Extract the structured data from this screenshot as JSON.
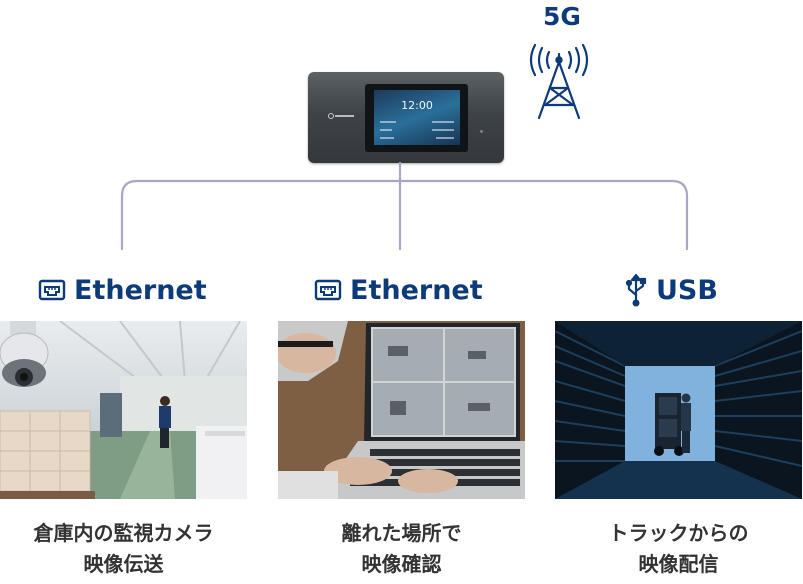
{
  "network": {
    "label": "5G"
  },
  "router": {
    "screen_time": "12:00"
  },
  "connections": [
    {
      "interface": "Ethernet",
      "icon": "ethernet-port-icon",
      "caption_line1": "倉庫内の監視カメラ",
      "caption_line2": "映像伝送"
    },
    {
      "interface": "Ethernet",
      "icon": "ethernet-port-icon",
      "caption_line1": "離れた場所で",
      "caption_line2": "映像確認"
    },
    {
      "interface": "USB",
      "icon": "usb-icon",
      "caption_line1": "トラックからの",
      "caption_line2": "映像配信"
    }
  ],
  "colors": {
    "label_navy": "#0d3b7a",
    "connector_line": "#a9a7c6",
    "caption_text": "#333333"
  }
}
